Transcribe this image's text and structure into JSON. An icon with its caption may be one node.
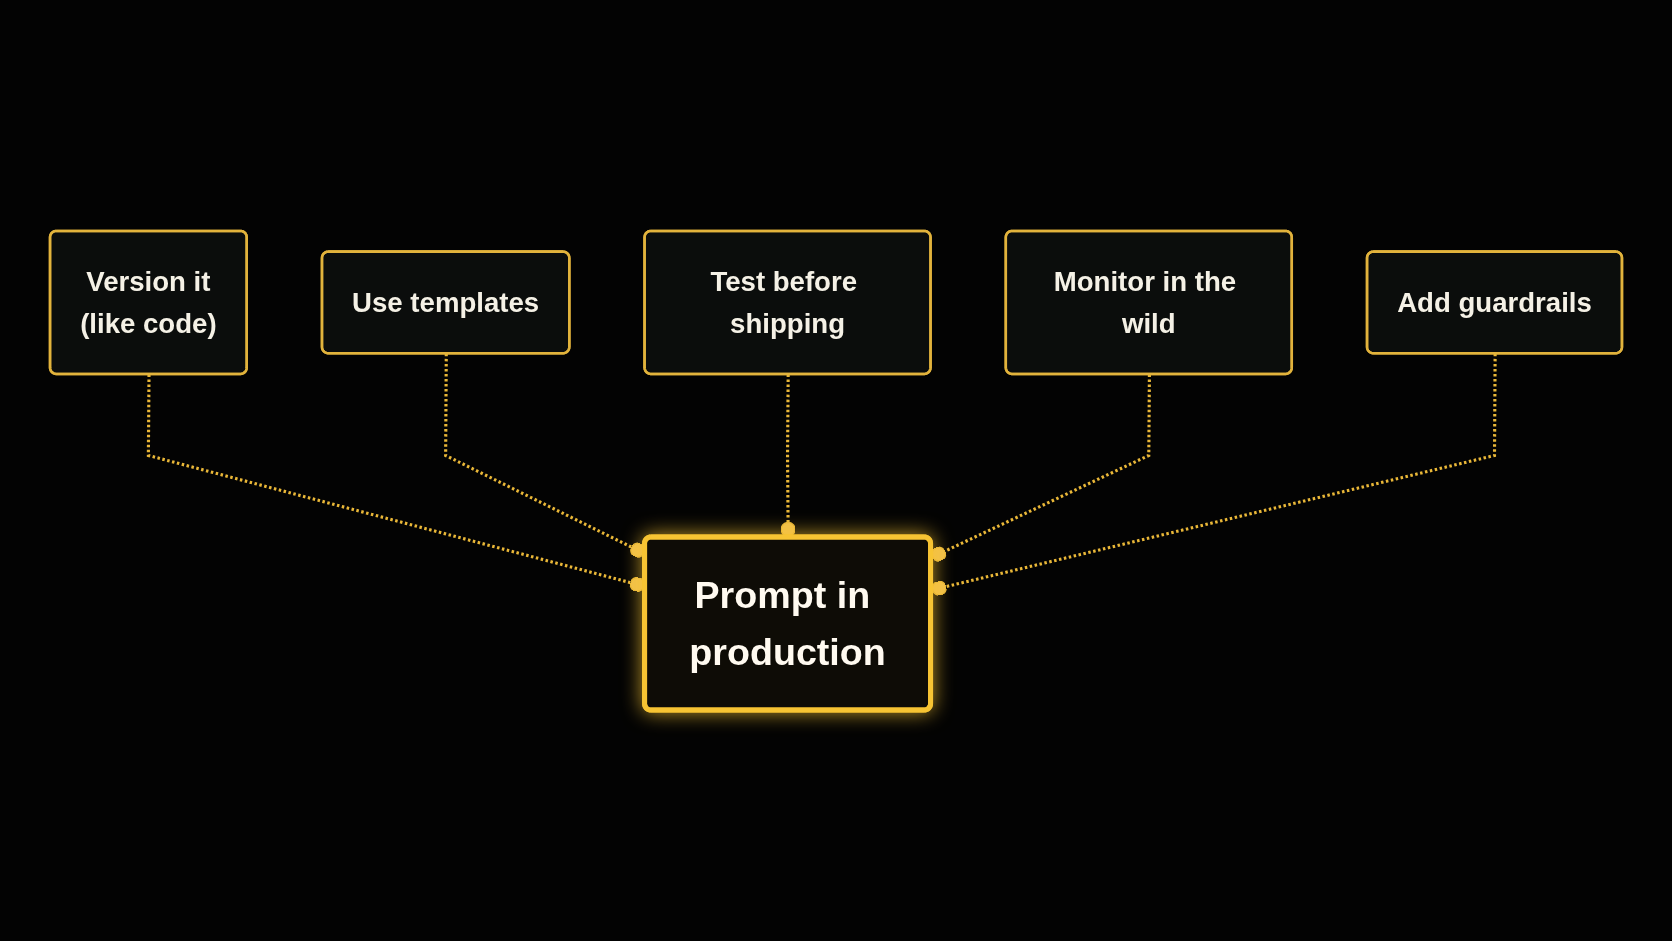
{
  "diagram": {
    "nodes": [
      {
        "text": [
          "Version it",
          "(like code)"
        ]
      },
      {
        "text": [
          "Use templates"
        ]
      },
      {
        "text": [
          "Prompt in production"
        ]
      },
      {
        "text": [
          "Test before shipping"
        ]
      },
      {
        "text": [
          "Monitor in the wild"
        ]
      },
      {
        "text": [
          "Add guardrails"
        ]
      }
    ],
    "edges": [
      {
        "from": 0,
        "to": 2,
        "arrow": "other",
        "style": "dashed"
      },
      {
        "from": 1,
        "to": 2,
        "arrow": "other",
        "style": "dashed"
      },
      {
        "from": 3,
        "to": 2,
        "arrow": "other",
        "style": "dashed"
      },
      {
        "from": 4,
        "to": 2,
        "arrow": "other",
        "style": "dashed"
      },
      {
        "from": 5,
        "to": 2,
        "arrow": "other",
        "style": "dashed"
      }
    ]
  }
}
